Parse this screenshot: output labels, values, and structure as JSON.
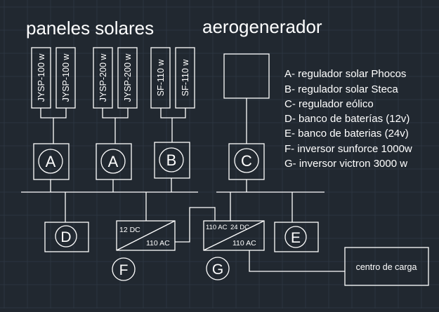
{
  "diagram": {
    "titles": {
      "solar": "paneles solares",
      "wind": "aerogenerador"
    },
    "panels": [
      {
        "label": "JYSP-100 w"
      },
      {
        "label": "JYSP-100 w"
      },
      {
        "label": "JYSP-200 w"
      },
      {
        "label": "JYSP-200 w"
      },
      {
        "label": "SF-110 w"
      },
      {
        "label": "SF-110 w"
      }
    ],
    "regulators": [
      {
        "letter": "A"
      },
      {
        "letter": "A"
      },
      {
        "letter": "B"
      },
      {
        "letter": "C"
      }
    ],
    "battery_banks": [
      {
        "letter": "D"
      },
      {
        "letter": "E"
      }
    ],
    "inverters": [
      {
        "letter": "F",
        "input": "12 DC",
        "output": "110 AC"
      },
      {
        "letter": "G",
        "input_ac": "110 AC",
        "input_dc": "24 DC",
        "output": "110 AC"
      }
    ],
    "load": "centro de carga",
    "legend": [
      "A- regulador solar Phocos",
      "B- regulador solar Steca",
      "C- regulador eólico",
      "D- banco de baterías (12v)",
      "E- banco de baterias (24v)",
      "F- inversor sunforce 1000w",
      "G- inversor victron 3000 w"
    ],
    "colors": {
      "background": "#212830",
      "grid": "#2c3540",
      "stroke": "#ffffff",
      "text": "#ffffff"
    }
  }
}
